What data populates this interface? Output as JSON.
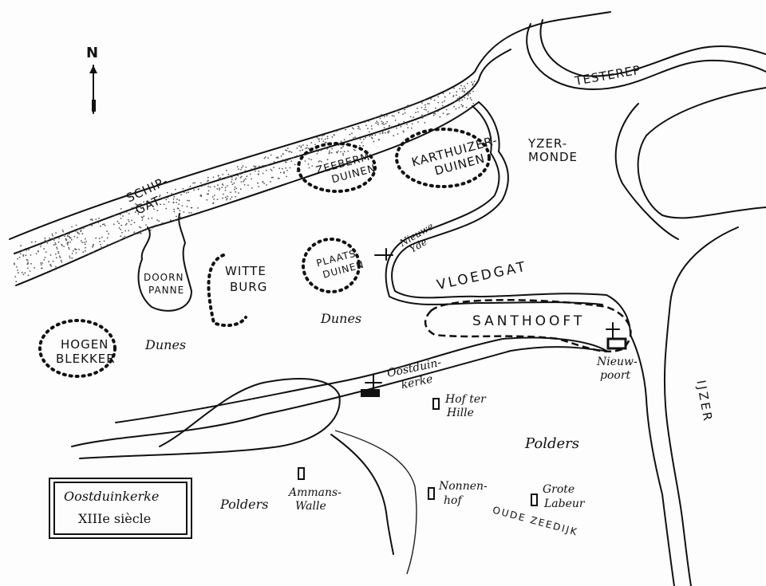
{
  "title": {
    "line1": "Oostduinkerke",
    "line2": "XIIIe siècle"
  },
  "compass": {
    "label": "N"
  },
  "labels": {
    "schipgat": [
      "SCHIP-",
      "GAT"
    ],
    "doornpanne": [
      "DOORN",
      "PANNE"
    ],
    "witteburg": [
      "WITTE",
      "BURG"
    ],
    "hogenblekker": [
      "HOGEN",
      "BLEKKER"
    ],
    "dunes_west": "Dunes",
    "dunes_center": "Dunes",
    "zeeberm": [
      "ZEEBERM",
      "DUINEN"
    ],
    "karthuizer": [
      "KARTHUIZER-",
      "DUINEN"
    ],
    "plaats": [
      "PLAATS",
      "DUINEN"
    ],
    "nieuwe_yde": [
      "Nieuwe",
      "Yde"
    ],
    "vloedgat": "VLOEDGAT",
    "yzermonde": [
      "YZER-",
      "MONDE"
    ],
    "testerep": "TESTEREP",
    "santhooft": "SANTHOOFT",
    "oostduinkerke": [
      "Oostduin-",
      "kerke"
    ],
    "nieuwpoort": [
      "Nieuw-",
      "poort"
    ],
    "ijzer": "IJZER",
    "hofterhille": [
      "Hof ter",
      "Hille"
    ],
    "polders_east": "Polders",
    "polders_west": "Polders",
    "nonnenhof": [
      "Nonnen-",
      "hof"
    ],
    "grotelabeur": [
      "Grote",
      "Labeur"
    ],
    "ammanswalle": [
      "Ammans-",
      "Walle"
    ],
    "oudezeedijk": "OUDE ZEEDIJK"
  }
}
